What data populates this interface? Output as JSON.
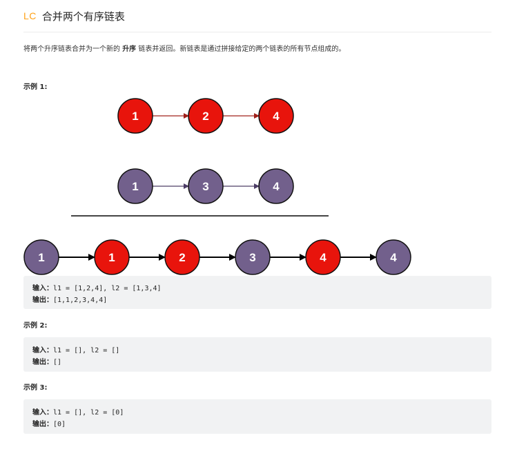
{
  "header": {
    "logo": "LC",
    "title": "合并两个有序链表"
  },
  "description": {
    "before": "将两个升序链表合并为一个新的 ",
    "emphasis": "升序",
    "after": " 链表并返回。新链表是通过拼接给定的两个链表的所有节点组成的。"
  },
  "examples": [
    {
      "title": "示例 1:",
      "input_label": "输入：",
      "input": "l1 = [1,2,4], l2 = [1,3,4]",
      "output_label": "输出：",
      "output": "[1,1,2,3,4,4]"
    },
    {
      "title": "示例 2:",
      "input_label": "输入：",
      "input": "l1 = [], l2 = []",
      "output_label": "输出：",
      "output": "[]"
    },
    {
      "title": "示例 3:",
      "input_label": "输入：",
      "input": "l1 = [], l2 = [0]",
      "output_label": "输出：",
      "output": "[0]"
    }
  ],
  "diagram": {
    "colors": {
      "red": "#e8140c",
      "purple": "#72608c",
      "red_arrow": "#a0201a",
      "purple_arrow": "#4d3d66",
      "black": "#000000"
    },
    "list1": [
      {
        "value": "1",
        "color": "red"
      },
      {
        "value": "2",
        "color": "red"
      },
      {
        "value": "4",
        "color": "red"
      }
    ],
    "list2": [
      {
        "value": "1",
        "color": "purple"
      },
      {
        "value": "3",
        "color": "purple"
      },
      {
        "value": "4",
        "color": "purple"
      }
    ],
    "merged": [
      {
        "value": "1",
        "color": "purple"
      },
      {
        "value": "1",
        "color": "red"
      },
      {
        "value": "2",
        "color": "red"
      },
      {
        "value": "3",
        "color": "purple"
      },
      {
        "value": "4",
        "color": "red"
      },
      {
        "value": "4",
        "color": "purple"
      }
    ]
  }
}
